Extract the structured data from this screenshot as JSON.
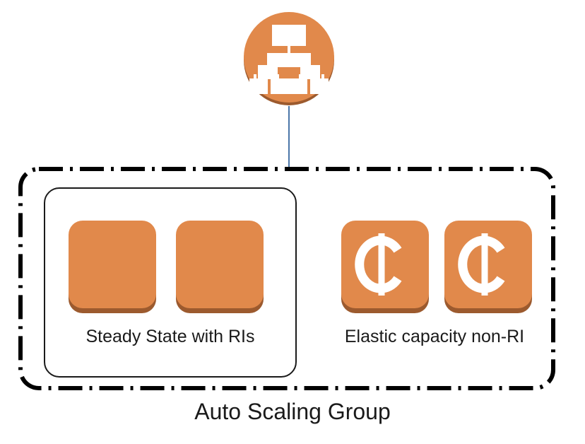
{
  "diagram": {
    "caption": "Auto Scaling Group",
    "service_icon": {
      "name": "auto-scaling-group-icon",
      "glyph": "hierarchy-org-chart",
      "color": "#e1894b",
      "shadow_color": "#9c5a2e"
    },
    "connector": {
      "name": "connector-line",
      "color": "#4a76a8"
    },
    "boundary": {
      "name": "auto-scaling-group-boundary",
      "style": "dash-dot",
      "color": "#000000"
    },
    "groups": [
      {
        "id": "steady-state",
        "label": "Steady State with RIs",
        "boxed": true,
        "instances": [
          {
            "name": "instance-tile",
            "glyph": "",
            "color": "#e1894b"
          },
          {
            "name": "instance-tile",
            "glyph": "",
            "color": "#e1894b"
          }
        ]
      },
      {
        "id": "elastic-capacity",
        "label": "Elastic capacity non-RI",
        "boxed": false,
        "instances": [
          {
            "name": "instance-tile-cent",
            "glyph": "¢",
            "color": "#e1894b"
          },
          {
            "name": "instance-tile-cent",
            "glyph": "¢",
            "color": "#e1894b"
          }
        ]
      }
    ]
  }
}
